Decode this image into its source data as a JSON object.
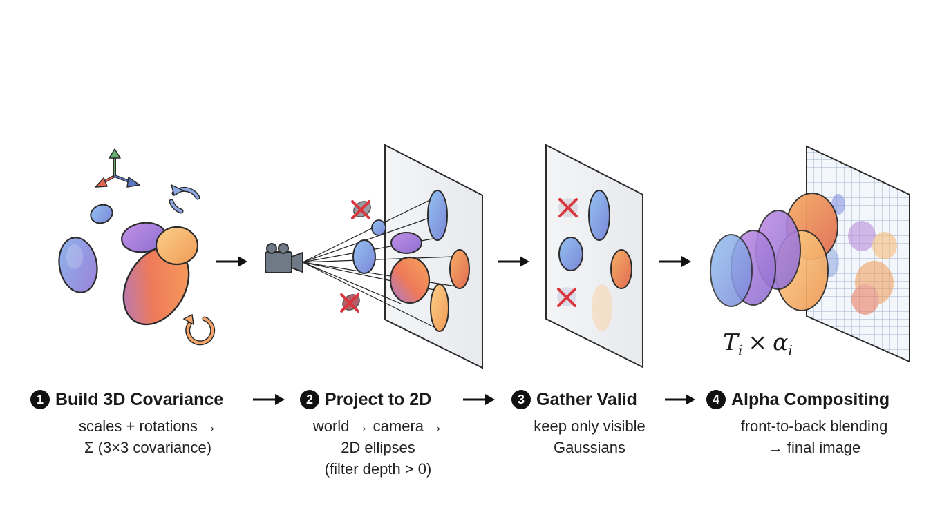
{
  "steps": [
    {
      "number": "1",
      "title": "Build 3D Covariance",
      "desc": [
        "scales + rotations →",
        "Σ (3×3 covariance)"
      ]
    },
    {
      "number": "2",
      "title": "Project to 2D",
      "desc": [
        "world → camera →",
        "2D ellipses",
        "(filter depth > 0)"
      ]
    },
    {
      "number": "3",
      "title": "Gather Valid",
      "desc": [
        "keep only visible",
        "Gaussians"
      ]
    },
    {
      "number": "4",
      "title": "Alpha Compositing",
      "desc": [
        "front-to-back blending",
        "→ final image"
      ]
    }
  ],
  "formula": {
    "t": "T",
    "t_sub": "i",
    "op": "×",
    "a": "α",
    "a_sub": "i"
  },
  "colors": {
    "blue": "#7fa8e0",
    "purple": "#a784d8",
    "orange": "#f2a05a",
    "peach": "#f6c37a",
    "reject": "#d9363e",
    "camera": "#6f7a86",
    "axis_green": "#5fae6e",
    "axis_red": "#e0654e",
    "axis_blue": "#5b78c4",
    "grid": "#b7c8dc"
  },
  "icons": [
    "axes-icon",
    "rotate-arrows-icon",
    "camera-icon",
    "reject-x-icon",
    "arrow-right-icon"
  ]
}
